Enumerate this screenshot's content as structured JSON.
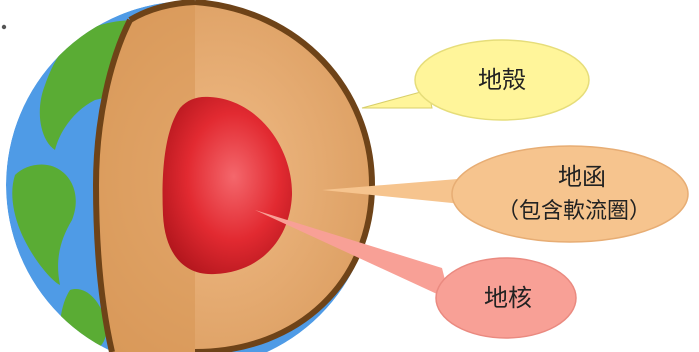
{
  "layers": {
    "crust": {
      "label": "地殻"
    },
    "mantle": {
      "label_line1": "地函",
      "label_line2": "（包含軟流圏）"
    },
    "core": {
      "label": "地核"
    }
  },
  "colors": {
    "ocean": "#4f9be6",
    "land": "#5aac34",
    "crust_outline": "#6e4318",
    "mantle": "#e0a468",
    "core": "#e22a31",
    "crust_bubble": "#fff59a",
    "mantle_bubble": "#f6c48e",
    "core_bubble": "#f8a096"
  }
}
